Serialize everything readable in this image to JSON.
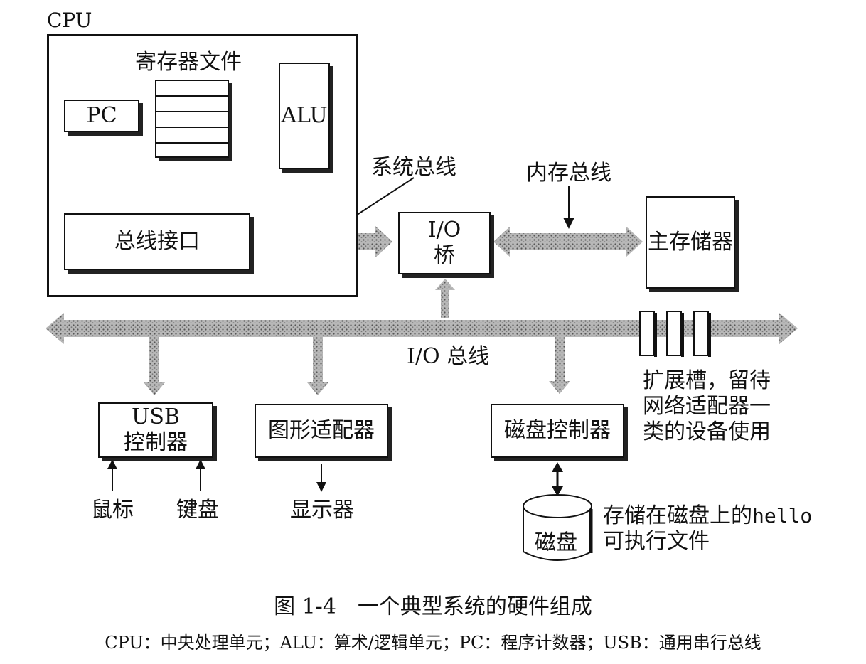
{
  "cpu": {
    "label": "CPU",
    "register_file": "寄存器文件",
    "pc": "PC",
    "alu": "ALU",
    "bus_interface": "总线接口"
  },
  "bus_labels": {
    "system_bus": "系统总线",
    "memory_bus": "内存总线",
    "io_bus": "I/O 总线"
  },
  "io_bridge": {
    "line1": "I/O",
    "line2": "桥"
  },
  "main_memory": "主存储器",
  "expansion_note": [
    "扩展槽，留待",
    "网络适配器一",
    "类的设备使用"
  ],
  "usb_controller": {
    "line1": "USB",
    "line2": "控制器"
  },
  "graphics_adapter": "图形适配器",
  "disk_controller": "磁盘控制器",
  "devices": {
    "mouse": "鼠标",
    "keyboard": "键盘",
    "display": "显示器",
    "disk": "磁盘"
  },
  "disk_note": {
    "line1_prefix": "存储在磁盘上的",
    "line1_code": "hello",
    "line2": "可执行文件"
  },
  "caption": {
    "title": "图 1-4　一个典型系统的硬件组成",
    "abbreviations": "CPU：中央处理单元；ALU：算术/逻辑单元；PC：程序计数器；USB：通用串行总线"
  },
  "colors": {
    "bus_fill": "#9a9a9a",
    "ink": "#111111"
  }
}
